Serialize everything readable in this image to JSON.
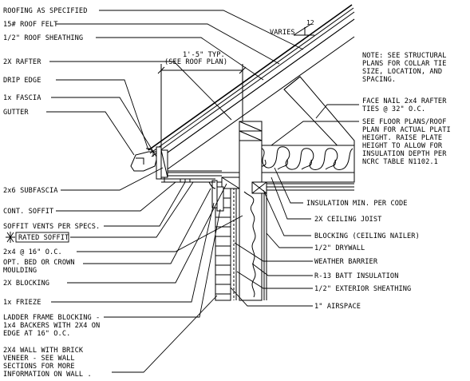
{
  "sheet": {
    "background": "#ffffff",
    "line_color": "#000000"
  },
  "callouts_left": [
    {
      "id": "roofing",
      "text": "ROOFING AS SPECIFIED"
    },
    {
      "id": "felt",
      "text": "15# ROOF FELT"
    },
    {
      "id": "sheathing",
      "text": "1/2\" ROOF SHEATHING"
    },
    {
      "id": "rafter",
      "text": "2X RAFTER"
    },
    {
      "id": "drip-edge",
      "text": "DRIP EDGE"
    },
    {
      "id": "fascia",
      "text": "1x FASCIA"
    },
    {
      "id": "gutter",
      "text": "GUTTER"
    },
    {
      "id": "subfascia",
      "text": "2x6 SUBFASCIA"
    },
    {
      "id": "cont-soffit",
      "text": "CONT. SOFFIT"
    },
    {
      "id": "soffit-vents",
      "text": "SOFFIT VENTS PER SPECS."
    },
    {
      "id": "rated-soffit",
      "text": "RATED SOFFIT"
    },
    {
      "id": "studs",
      "text": "2x4 @ 16\" O.C."
    },
    {
      "id": "bed-moulding-1",
      "text": "OPT. BED OR CROWN"
    },
    {
      "id": "bed-moulding-2",
      "text": "MOULDING"
    },
    {
      "id": "blocking",
      "text": "2X  BLOCKING"
    },
    {
      "id": "frieze",
      "text": "1x FRIEZE"
    },
    {
      "id": "ladder-1",
      "text": "LADDER FRAME BLOCKING -"
    },
    {
      "id": "ladder-2",
      "text": "1x4 BACKERS WITH 2X4 ON"
    },
    {
      "id": "ladder-3",
      "text": "EDGE AT 16\" O.C."
    },
    {
      "id": "wall-1",
      "text": "2X4 WALL WITH BRICK"
    },
    {
      "id": "wall-2",
      "text": "VENEER - SEE WALL"
    },
    {
      "id": "wall-3",
      "text": "SECTIONS FOR MORE"
    },
    {
      "id": "wall-4",
      "text": "INFORMATION ON WALL ."
    }
  ],
  "callouts_right": [
    {
      "id": "note-1",
      "text": "NOTE: SEE STRUCTURAL"
    },
    {
      "id": "note-2",
      "text": "PLANS FOR COLLAR TIE"
    },
    {
      "id": "note-3",
      "text": "SIZE, LOCATION, AND"
    },
    {
      "id": "note-4",
      "text": "SPACING."
    },
    {
      "id": "face-nail-1",
      "text": "FACE NAIL 2x4 RAFTER"
    },
    {
      "id": "face-nail-2",
      "text": "TIES @ 32\" O.C."
    },
    {
      "id": "floor-1",
      "text": "SEE FLOOR PLANS/ROOF"
    },
    {
      "id": "floor-2",
      "text": "PLAN FOR ACTUAL PLATI"
    },
    {
      "id": "floor-3",
      "text": "HEIGHT. RAISE PLATE"
    },
    {
      "id": "floor-4",
      "text": "HEIGHT TO ALLOW FOR"
    },
    {
      "id": "floor-5",
      "text": "INSULATION DEPTH PER"
    },
    {
      "id": "floor-6",
      "text": "NCRC TABLE N1102.1"
    },
    {
      "id": "insul-min",
      "text": "INSULATION MIN. PER CODE"
    },
    {
      "id": "joist",
      "text": "2X CEILING JOIST"
    },
    {
      "id": "nailer",
      "text": "BLOCKING (CEILING NAILER)"
    },
    {
      "id": "drywall",
      "text": "1/2\" DRYWALL"
    },
    {
      "id": "barrier",
      "text": "WEATHER BARRIER"
    },
    {
      "id": "batt",
      "text": "R-13 BATT INSULATION"
    },
    {
      "id": "ext-sheathing",
      "text": "1/2\" EXTERIOR SHEATHING"
    },
    {
      "id": "airspace",
      "text": "1\" AIRSPACE"
    }
  ],
  "dimension": {
    "line1": "1'-5\" TYP.",
    "line2": "(SEE ROOF PLAN)"
  },
  "slope": {
    "label": "VARIES",
    "rise": "12"
  }
}
